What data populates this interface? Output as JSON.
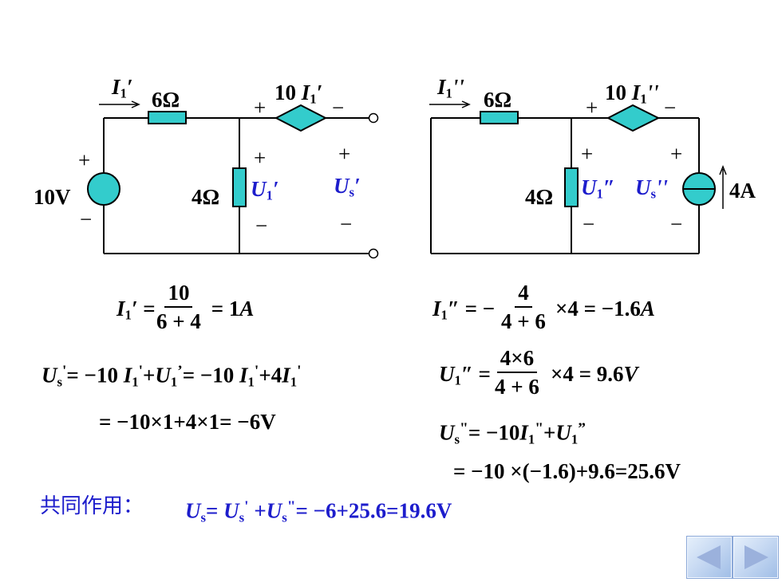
{
  "circuit_left": {
    "current_label": "I",
    "current_sub": "1",
    "current_prime": "′",
    "resistor_top": "6Ω",
    "dep_source_coef": "10 ",
    "dep_source_var": "I",
    "dep_source_sub": "1",
    "dep_source_prime": "′",
    "plus": "+",
    "minus": "−",
    "voltage_source": "10V",
    "resistor_mid": "4Ω",
    "u1_label": "U",
    "u1_sub": "1",
    "u1_prime": "′",
    "us_label": "U",
    "us_sub": "s",
    "us_prime": "′"
  },
  "circuit_right": {
    "current_label": "I",
    "current_sub": "1",
    "current_prime": "''",
    "resistor_top": "6Ω",
    "dep_source_coef": "10 ",
    "dep_source_var": "I",
    "dep_source_sub": "1",
    "dep_source_prime": "''",
    "plus": "+",
    "minus": "−",
    "resistor_mid": "4Ω",
    "u1_label": "U",
    "u1_sub": "1",
    "u1_prime": "″",
    "us_label": "U",
    "us_sub": "s",
    "us_prime": "''",
    "current_source": "4A"
  },
  "equations_left": {
    "i1_lhs_var": "I",
    "i1_lhs_sub": "1",
    "i1_lhs_prime": "′",
    "eq": " = ",
    "i1_num": "10",
    "i1_den": "6 + 4",
    "i1_result": " = 1",
    "i1_unit": "A",
    "us_line1": {
      "a": "U",
      "a_sub": "s",
      "a_sup": "'",
      "b": "= −10 ",
      "c": "I",
      "c_sub": "1",
      "c_sup": "'",
      "d": "+",
      "e": "U",
      "e_sub": "1",
      "e_sup": "’",
      "f": "= −10 ",
      "g": "I",
      "g_sub": "1",
      "g_sup": "'",
      "h": "+4",
      "k": "I",
      "k_sub": "1",
      "k_sup": "'"
    },
    "us_line2": "= −10×1+4×1= −6V"
  },
  "equations_right": {
    "i1_lhs_var": "I",
    "i1_lhs_sub": "1",
    "i1_lhs_prime": "″",
    "i1_eq": " = −",
    "i1_num": "4",
    "i1_den": "4 + 6",
    "i1_result": "×4 = −1.6",
    "i1_unit": "A",
    "u1_lhs_var": "U",
    "u1_lhs_sub": "1",
    "u1_lhs_prime": "″",
    "u1_eq": " = ",
    "u1_num": "4×6",
    "u1_den": "4 + 6",
    "u1_result": "×4 = 9.6",
    "u1_unit": "V",
    "us_line1": {
      "a": "U",
      "a_sub": "s",
      "a_sup": "\"",
      "b": "= −10",
      "c": "I",
      "c_sub": "1",
      "c_sup": "\"",
      "d": "+",
      "e": "U",
      "e_sub": "1",
      "e_sup": "”"
    },
    "us_line2": "= −10 ×(−1.6)+9.6=25.6V"
  },
  "summary": {
    "label": "共同作用：",
    "a": "U",
    "a_sub": "s",
    "b": "= ",
    "c": "U",
    "c_sub": "s",
    "c_sup": "'",
    "d": " +",
    "e": "U",
    "e_sub": "s",
    "e_sup": "\"",
    "f": "= −6+25.6=19.6V"
  },
  "colors": {
    "component_fill": "#33cccc",
    "emphasis_blue": "#1d1dcc",
    "nav_blue": "#9bb1dc"
  },
  "icons": {
    "prev": "previous-slide-arrow-icon",
    "next": "next-slide-arrow-icon"
  }
}
